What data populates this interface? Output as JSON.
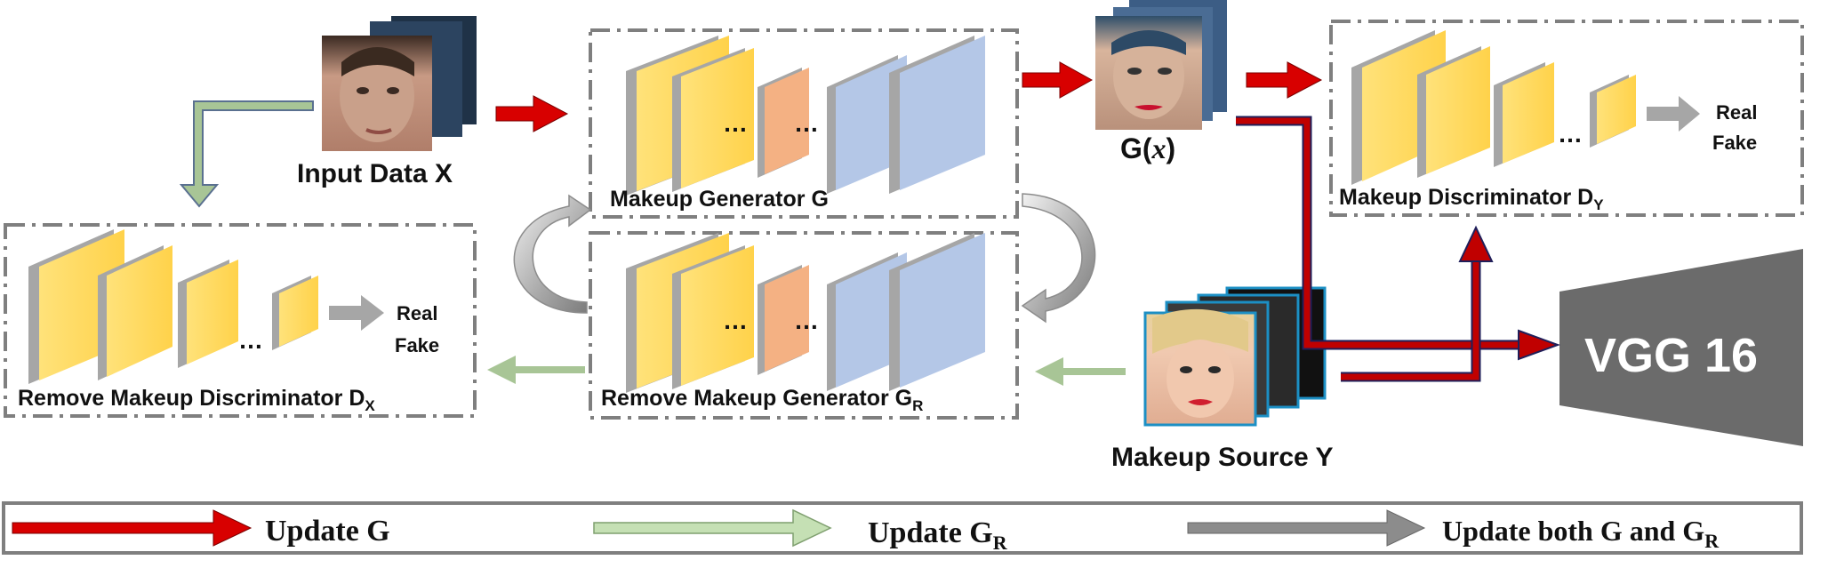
{
  "labels": {
    "input_data": "Input Data X",
    "g_of_x_prefix": "G(",
    "g_of_x_var": "x",
    "g_of_x_suffix": ")",
    "makeup_source": "Makeup Source Y",
    "vgg": "VGG 16"
  },
  "modules": {
    "makeup_generator": "Makeup Generator G",
    "remove_makeup_generator": "Remove Makeup Generator G",
    "remove_makeup_generator_sub": "R",
    "makeup_discriminator": "Makeup Discriminator D",
    "makeup_discriminator_sub": "Y",
    "remove_makeup_discriminator": "Remove Makeup Discriminator D",
    "remove_makeup_discriminator_sub": "X"
  },
  "outputs": {
    "real": "Real",
    "fake": "Fake",
    "ellipsis": "…"
  },
  "legend": {
    "update_g": "Update G",
    "update_gr": "Update G",
    "update_gr_sub": "R",
    "update_both": "Update both G and G",
    "update_both_sub": "R"
  },
  "colors": {
    "red_arrow": "#d80000",
    "green_arrow": "#a8c596",
    "gray_arrow": "#8c8c8c",
    "yellow_block": "#ffd95c",
    "orange_block": "#f4b183",
    "blue_block": "#b4c7e7",
    "vgg_fill": "#6b6b6b",
    "dash_border": "#7f7f7f"
  }
}
